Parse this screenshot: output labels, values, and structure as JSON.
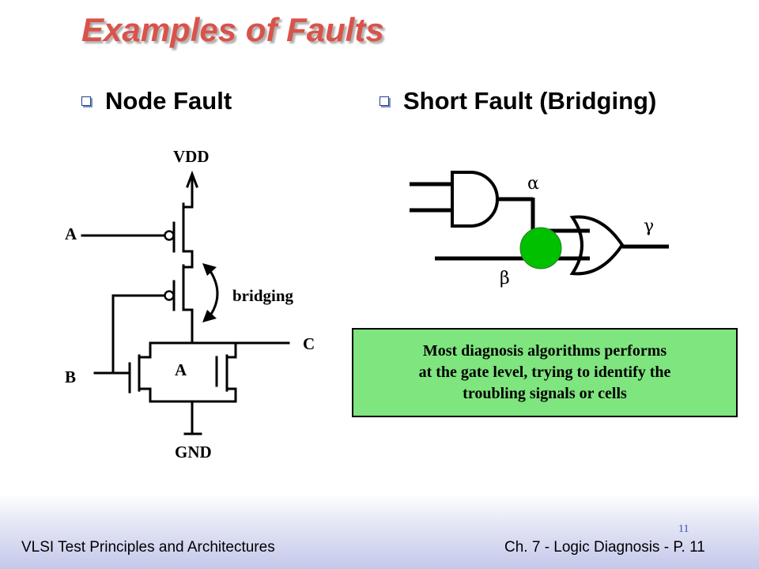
{
  "title": "Examples of Faults",
  "left_bullet": "Node Fault",
  "right_bullet": "Short Fault (Bridging)",
  "circuit_labels": {
    "vdd": "VDD",
    "gnd": "GND",
    "a_top": "A",
    "a_inner": "A",
    "b": "B",
    "c": "C",
    "bridging": "bridging"
  },
  "gate_labels": {
    "alpha": "α",
    "beta": "β",
    "gamma": "γ"
  },
  "note_lines": [
    "Most diagnosis algorithms performs",
    "at the gate level, trying to identify the",
    "troubling signals or cells"
  ],
  "footer": {
    "left": "VLSI Test Principles and Architectures",
    "right": "Ch. 7 - Logic Diagnosis  - P. 11",
    "page_number": "11"
  },
  "colors": {
    "title": "#d9534a",
    "bridge_dot": "#00c000",
    "note_bg": "#7fe57f",
    "page_number": "#3a55b0"
  }
}
